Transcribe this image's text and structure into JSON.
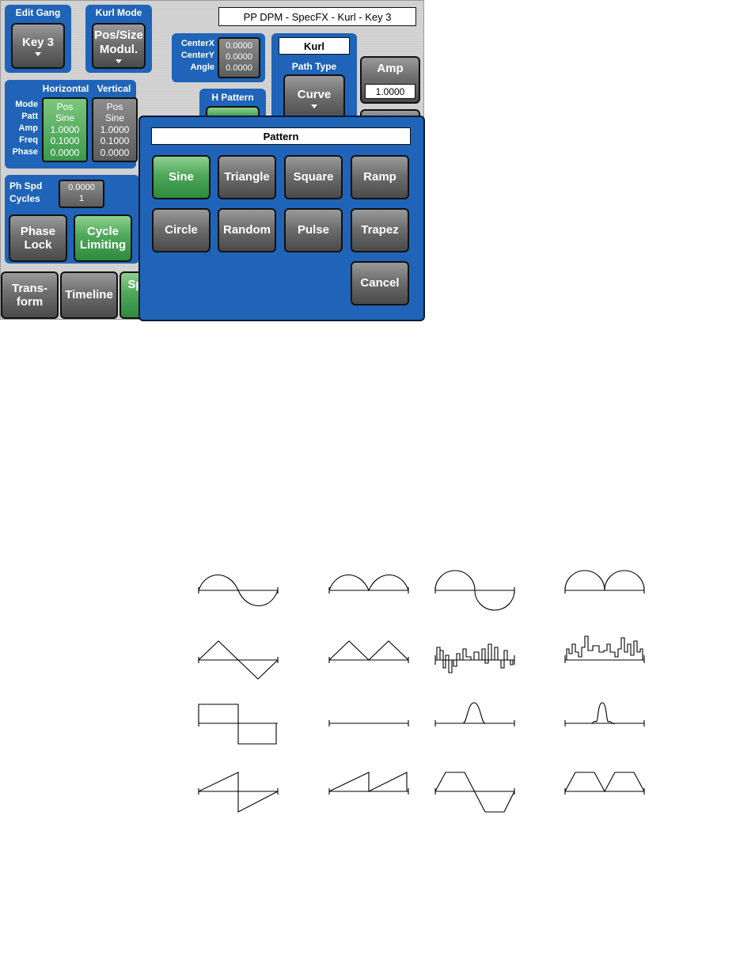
{
  "window_title": "PP DPM - SpecFX - Kurl - Key 3",
  "edit_gang": {
    "title": "Edit Gang",
    "button": "Key 3"
  },
  "kurl_mode": {
    "title": "Kurl Mode",
    "line1": "Pos/Size",
    "line2": "Modul."
  },
  "center": {
    "labels": [
      "CenterX",
      "CenterY",
      "Angle"
    ],
    "values": [
      "0.0000",
      "0.0000",
      "0.0000"
    ]
  },
  "kurl_label": "Kurl",
  "path_type": {
    "title": "Path Type",
    "button": "Curve"
  },
  "amp": {
    "button": "Amp",
    "value": "1.0000"
  },
  "pattern_params": {
    "col_horizontal": "Horizontal",
    "col_vertical": "Vertical",
    "row_labels": [
      "Mode",
      "Patt",
      "Amp",
      "Freq",
      "Phase"
    ],
    "horizontal": [
      "Pos",
      "Sine",
      "1.0000",
      "0.1000",
      "0.0000"
    ],
    "vertical": [
      "Pos",
      "Sine",
      "1.0000",
      "0.1000",
      "0.0000"
    ]
  },
  "h_pattern_title": "H Pattern",
  "phase": {
    "labels": [
      "Ph Spd",
      "Cycles"
    ],
    "values": [
      "0.0000",
      "1"
    ]
  },
  "phase_lock": {
    "line1": "Phase",
    "line2": "Lock"
  },
  "cycle_limiting": {
    "line1": "Cycle",
    "line2": "Limiting"
  },
  "tabs": {
    "transform": {
      "line1": "Trans-",
      "line2": "form"
    },
    "timeline": "Timeline",
    "spec_partial": "Sp"
  },
  "popup": {
    "title": "Pattern",
    "buttons": [
      "Sine",
      "Triangle",
      "Square",
      "Ramp",
      "Circle",
      "Random",
      "Pulse",
      "Trapez"
    ],
    "selected": "Sine",
    "cancel": "Cancel"
  },
  "colors": {
    "panel_blue": "#1f64b8",
    "active_green": "#4ea85a",
    "button_gray": "#6e6e6e"
  },
  "waveforms": [
    "sine",
    "circle-sine",
    "circle",
    "circle-full",
    "triangle",
    "triangle-abs",
    "random",
    "random-abs",
    "square",
    "square-abs",
    "pulse",
    "pulse-ringing",
    "ramp",
    "ramp-abs",
    "trapezoid",
    "trapezoid-abs"
  ]
}
